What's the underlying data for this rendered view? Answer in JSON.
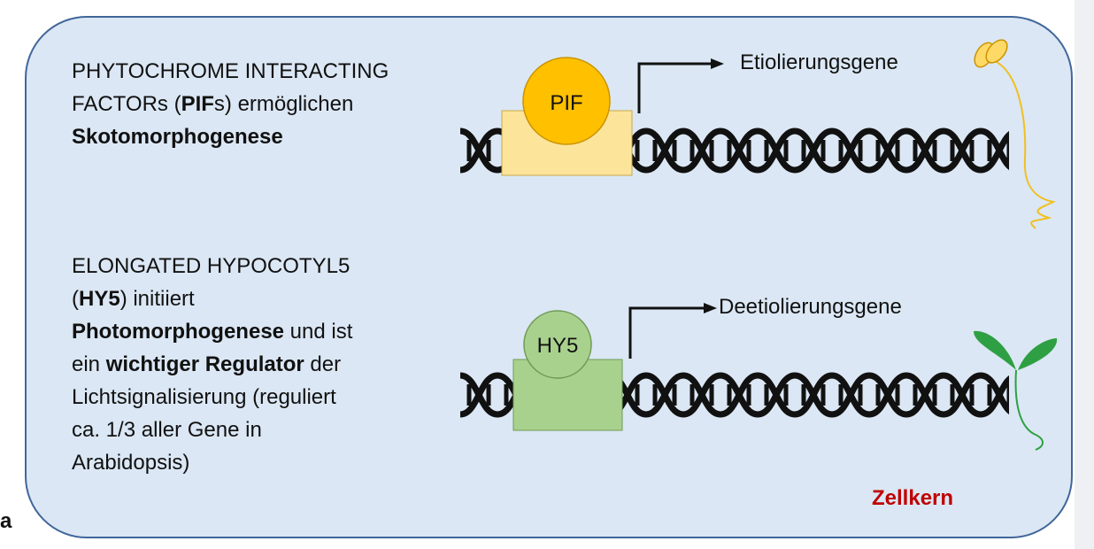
{
  "pif_text": {
    "line1": "PHYTOCHROME INTERACTING",
    "line2_pre": "FACTORs (",
    "line2_bold": "PIF",
    "line2_post": "s) ermöglichen",
    "line3_bold": "Skotomorphogenese"
  },
  "hy5_text": {
    "line1": "ELONGATED HYPOCOTYL5",
    "line2_pre": "(",
    "line2_bold": "HY5",
    "line2_post": ") initiiert",
    "line3_bold": "Photomorphogenese",
    "line3_post": " und ist",
    "line4_pre": "ein ",
    "line4_bold": "wichtiger Regulator",
    "line4_post": " der",
    "line5": "Lichtsignalisierung (reguliert",
    "line6": "ca. 1/3 aller Gene in",
    "line7": "Arabidopsis)"
  },
  "labels": {
    "pif": "PIF",
    "hy5": "HY5",
    "etiolierungsgene": "Etiolierungsgene",
    "deetiolierungsgene": "Deetiolierungsgene",
    "zellkern": "Zellkern",
    "stray": "a"
  },
  "colors": {
    "panel_fill": "#dbe7f4",
    "panel_border": "#41669a",
    "pif_circle": "#ffc000",
    "pif_box": "#fde49b",
    "hy5_circle": "#a9d18e",
    "hy5_box": "#a9d18e",
    "zellkern": "#c00000",
    "seedling_yellow": "#f0c020",
    "seedling_green": "#2ea043"
  }
}
